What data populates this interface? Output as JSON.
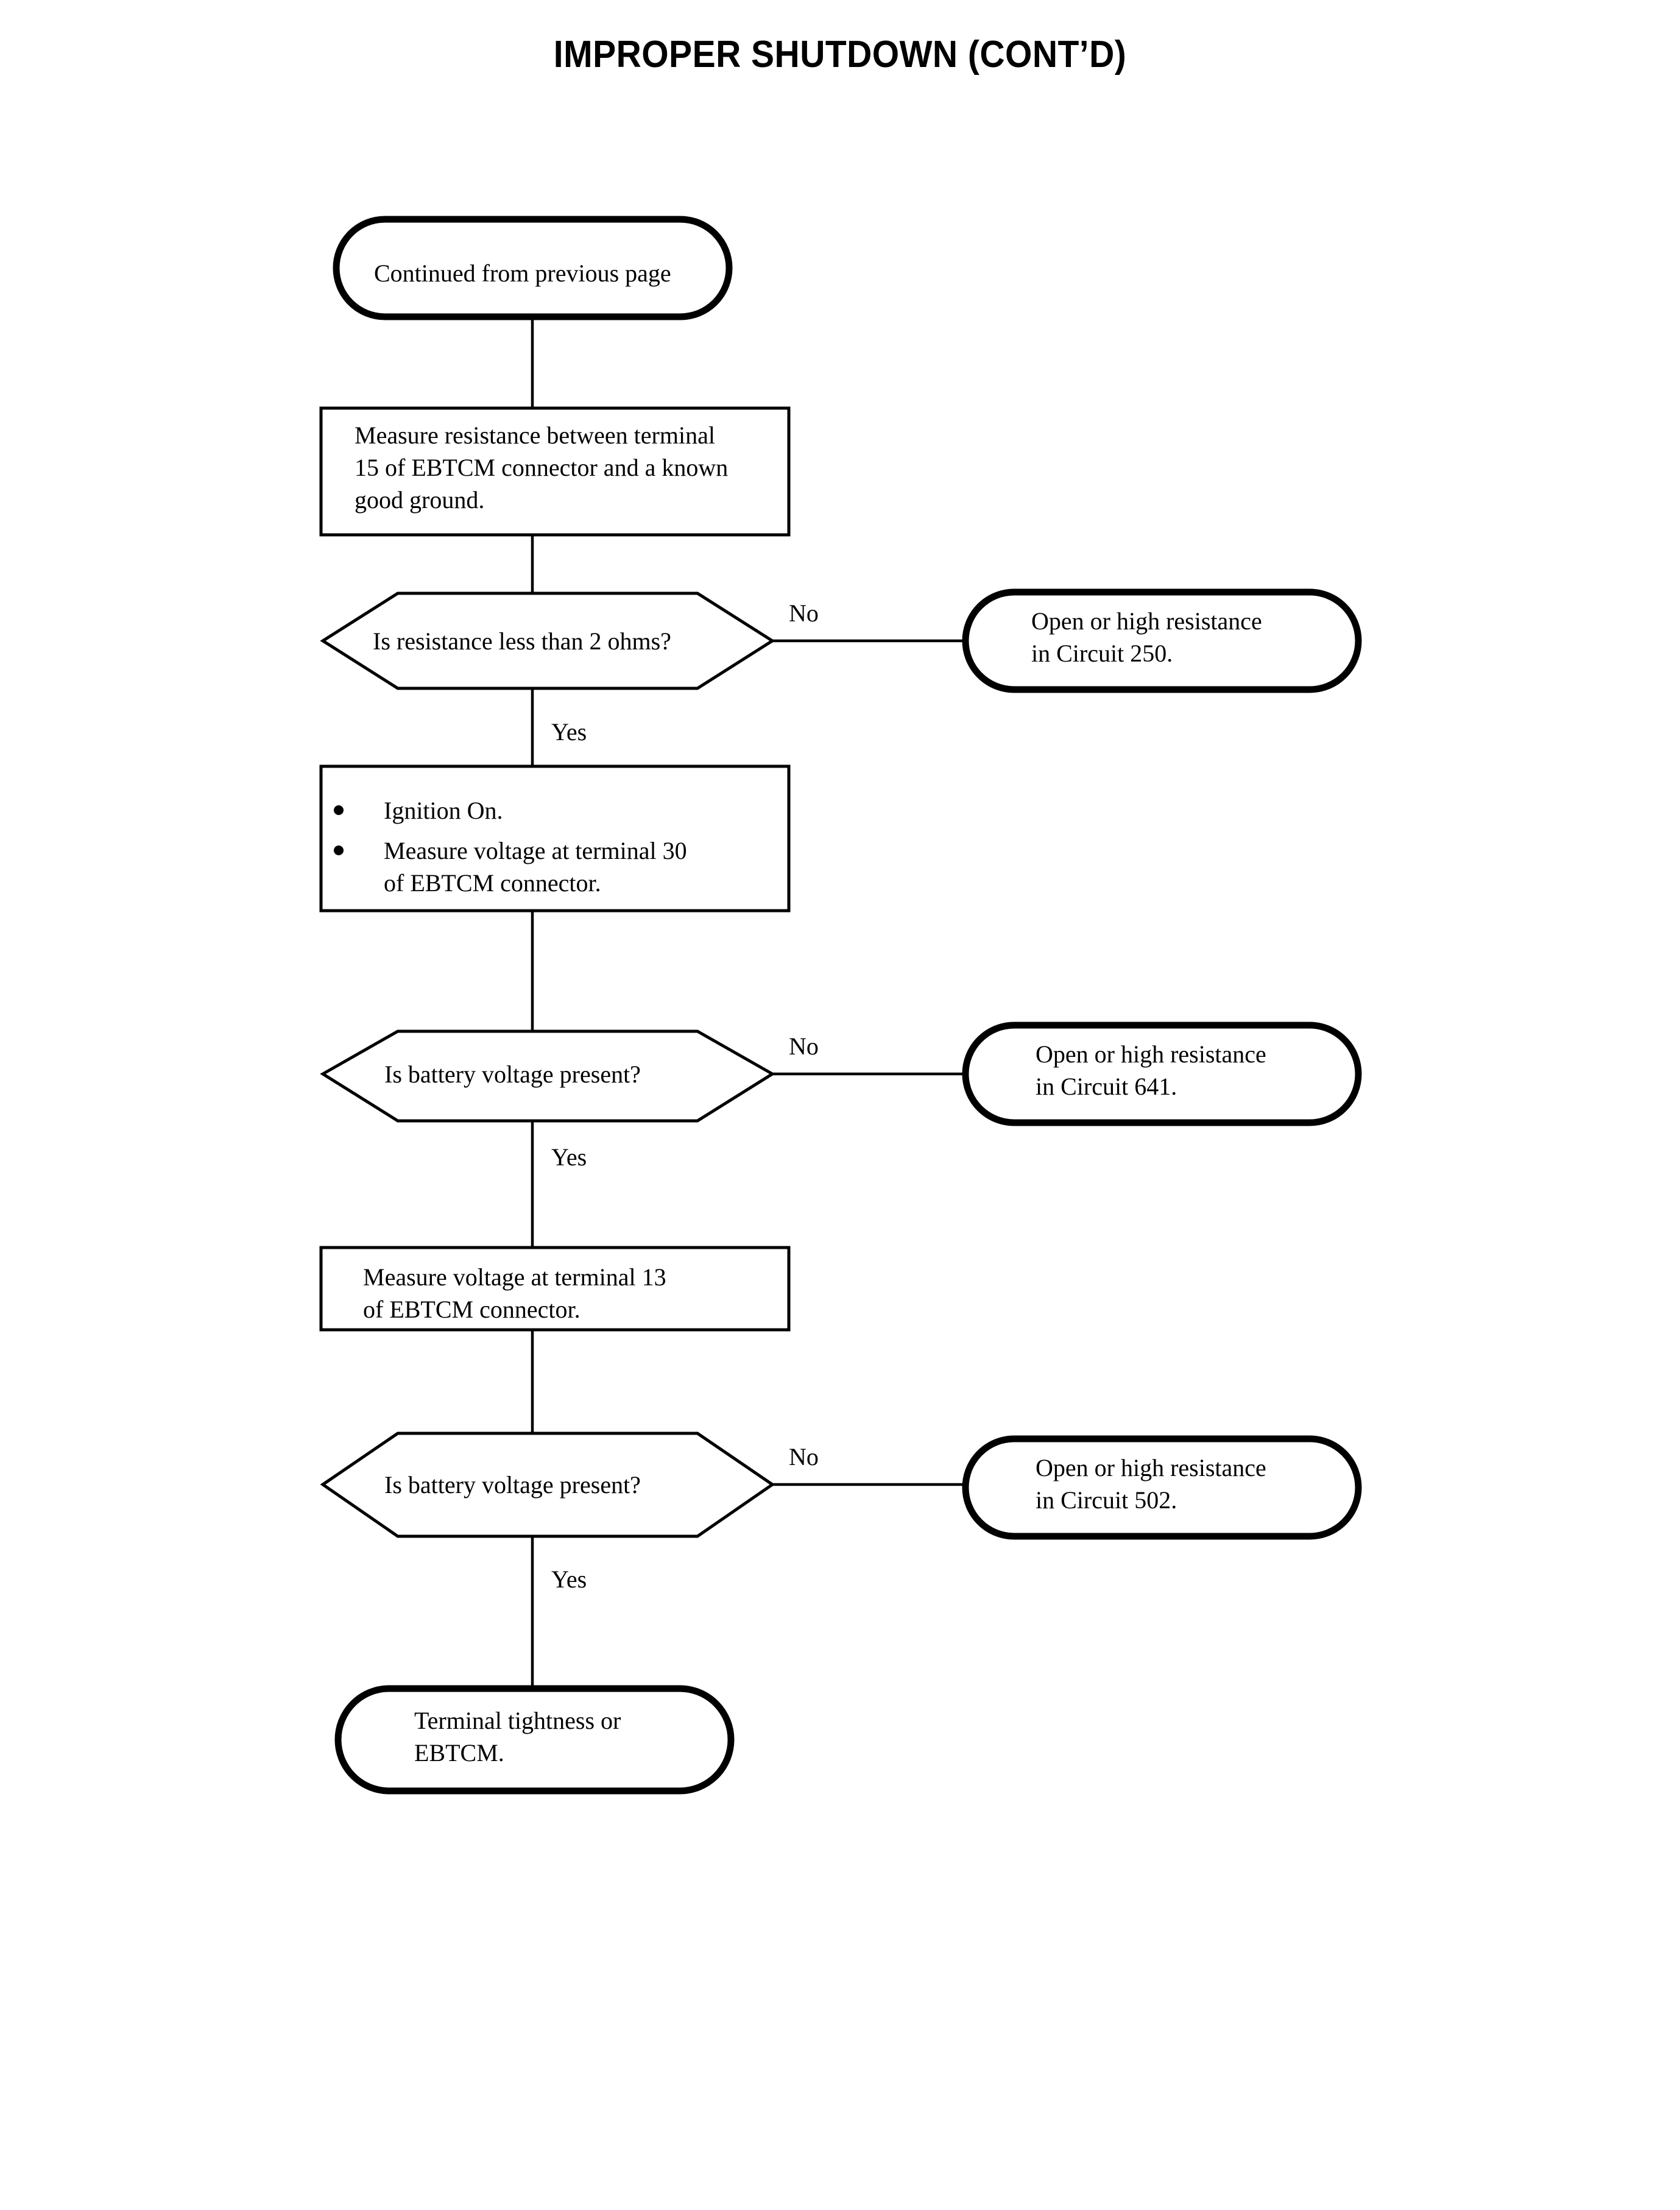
{
  "page": {
    "title": "IMPROPER SHUTDOWN (CONT’D)",
    "background_color": "#ffffff",
    "ink_color": "#000000"
  },
  "chart_data": {
    "type": "diagram",
    "diagram_kind": "flowchart",
    "title": "IMPROPER SHUTDOWN (CONT’D)",
    "orientation": "top-to-bottom",
    "nodes": [
      {
        "id": "start",
        "shape": "terminator",
        "text": "Continued from previous page"
      },
      {
        "id": "proc1",
        "shape": "process",
        "text": "Measure resistance between terminal 15 of EBTCM connector and a known good ground."
      },
      {
        "id": "dec1",
        "shape": "decision",
        "text": "Is resistance less than 2 ohms?"
      },
      {
        "id": "end1",
        "shape": "terminator",
        "text": "Open or high resistance in Circuit 250."
      },
      {
        "id": "proc2",
        "shape": "process",
        "text": "• Ignition On. • Measure voltage at terminal 30 of EBTCM connector."
      },
      {
        "id": "dec2",
        "shape": "decision",
        "text": "Is battery voltage present?"
      },
      {
        "id": "end2",
        "shape": "terminator",
        "text": "Open or high resistance in Circuit 641."
      },
      {
        "id": "proc3",
        "shape": "process",
        "text": "Measure voltage at terminal 13 of EBTCM connector."
      },
      {
        "id": "dec3",
        "shape": "decision",
        "text": "Is battery voltage present?"
      },
      {
        "id": "end3",
        "shape": "terminator",
        "text": "Open or high resistance in Circuit 502."
      },
      {
        "id": "end4",
        "shape": "terminator",
        "text": "Terminal tightness or EBTCM."
      }
    ],
    "edges": [
      {
        "from": "start",
        "to": "proc1",
        "label": ""
      },
      {
        "from": "proc1",
        "to": "dec1",
        "label": ""
      },
      {
        "from": "dec1",
        "to": "end1",
        "label": "No"
      },
      {
        "from": "dec1",
        "to": "proc2",
        "label": "Yes"
      },
      {
        "from": "proc2",
        "to": "dec2",
        "label": ""
      },
      {
        "from": "dec2",
        "to": "end2",
        "label": "No"
      },
      {
        "from": "dec2",
        "to": "proc3",
        "label": "Yes"
      },
      {
        "from": "proc3",
        "to": "dec3",
        "label": ""
      },
      {
        "from": "dec3",
        "to": "end3",
        "label": "No"
      },
      {
        "from": "dec3",
        "to": "end4",
        "label": "Yes"
      }
    ]
  },
  "nodes": {
    "start": {
      "line1": "Continued from previous page"
    },
    "proc1": {
      "line1": "Measure resistance between terminal",
      "line2": "15 of EBTCM connector and a known",
      "line3": "good ground."
    },
    "dec1": {
      "line1": "Is resistance less than 2 ohms?"
    },
    "end1": {
      "line1": "Open or high resistance",
      "line2": "in Circuit 250."
    },
    "proc2": {
      "bullet1_line1": "Ignition On.",
      "bullet2_line1": "Measure voltage at terminal 30",
      "bullet2_line2": "of EBTCM connector."
    },
    "dec2": {
      "line1": "Is battery voltage present?"
    },
    "end2": {
      "line1": "Open or high resistance",
      "line2": "in Circuit 641."
    },
    "proc3": {
      "line1": "Measure voltage at terminal 13",
      "line2": "of EBTCM connector."
    },
    "dec3": {
      "line1": "Is battery voltage present?"
    },
    "end3": {
      "line1": "Open or high resistance",
      "line2": "in Circuit 502."
    },
    "end4": {
      "line1": "Terminal tightness or",
      "line2": "EBTCM."
    }
  },
  "edge_labels": {
    "no1": "No",
    "yes1": "Yes",
    "no2": "No",
    "yes2": "Yes",
    "no3": "No",
    "yes3": "Yes"
  }
}
